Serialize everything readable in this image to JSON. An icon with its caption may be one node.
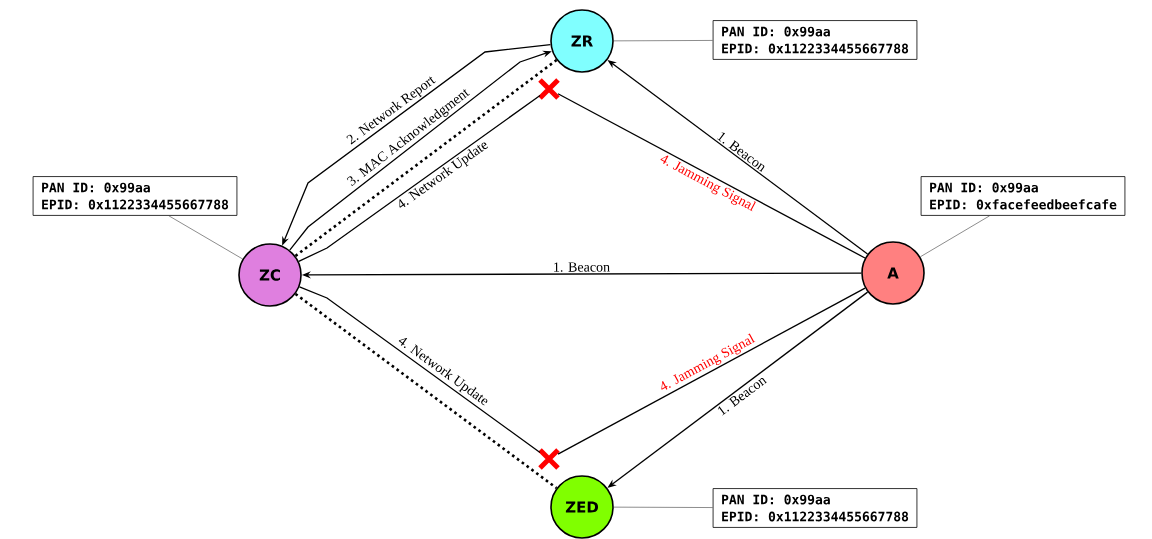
{
  "diagram": {
    "nodes": [
      {
        "text": [
          "ZC"
        ]
      },
      {
        "text": [
          "ZR"
        ]
      },
      {
        "text": [
          "A"
        ]
      },
      {
        "text": [
          "ZED"
        ]
      },
      {
        "text": [
          "PAN ID: 0x99aa",
          "EPID: 0x1122334455667788"
        ]
      },
      {
        "text": [
          "PAN ID: 0x99aa",
          "EPID: 0x1122334455667788"
        ]
      },
      {
        "text": [
          "PAN ID: 0x99aa",
          "EPID: 0xfacefeedbeefcafe"
        ]
      },
      {
        "text": [
          "PAN ID: 0x99aa",
          "EPID: 0x1122334455667788"
        ]
      },
      {
        "text": [],
        "shape": "cross"
      },
      {
        "text": [],
        "shape": "cross"
      }
    ],
    "edges": [
      {
        "from": 2,
        "to": 1,
        "arrow": "to",
        "label": "1. Beacon"
      },
      {
        "from": 2,
        "to": 0,
        "arrow": "to",
        "label": "1. Beacon"
      },
      {
        "from": 2,
        "to": 3,
        "arrow": "to",
        "label": "1. Beacon"
      },
      {
        "from": 1,
        "to": 0,
        "arrow": "to",
        "label": "2. Network Report"
      },
      {
        "from": 0,
        "to": 1,
        "arrow": "to",
        "label": "3. MAC Acknowledgment"
      },
      {
        "from": 0,
        "to": 1,
        "arrow": "none",
        "style": "dashed"
      },
      {
        "from": 0,
        "to": 8,
        "arrow": "none",
        "label": "4. Network Update"
      },
      {
        "from": 2,
        "to": 8,
        "arrow": "none",
        "label": "4. Jamming Signal"
      },
      {
        "from": 0,
        "to": 3,
        "arrow": "none",
        "style": "dashed"
      },
      {
        "from": 0,
        "to": 9,
        "arrow": "none",
        "label": "4. Network Update"
      },
      {
        "from": 2,
        "to": 9,
        "arrow": "none",
        "label": "4. Jamming Signal"
      },
      {
        "from": 4,
        "to": 0,
        "arrow": "none"
      },
      {
        "from": 5,
        "to": 1,
        "arrow": "none"
      },
      {
        "from": 6,
        "to": 2,
        "arrow": "none"
      },
      {
        "from": 7,
        "to": 3,
        "arrow": "none"
      }
    ]
  }
}
